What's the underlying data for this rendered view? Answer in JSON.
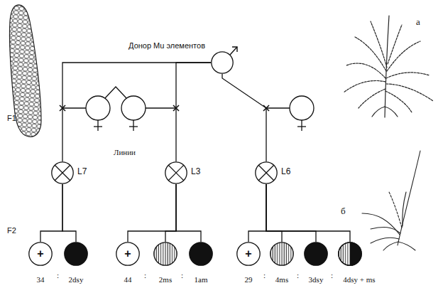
{
  "diagram": {
    "nodes": [
      {
        "text": [
          "Донор Mu элементов"
        ]
      },
      {
        "text": [
          "L7"
        ]
      },
      {
        "text": [
          "L3"
        ]
      },
      {
        "text": [
          "L6"
        ]
      },
      {
        "text": [
          "+",
          "34"
        ]
      },
      {
        "text": [
          "2dsy"
        ]
      },
      {
        "text": [
          "+",
          "44"
        ]
      },
      {
        "text": [
          "2ms"
        ]
      },
      {
        "text": [
          "1am"
        ]
      },
      {
        "text": [
          "+",
          "29"
        ]
      },
      {
        "text": [
          "4ms"
        ]
      },
      {
        "text": [
          "3dsy"
        ]
      },
      {
        "text": [
          "4dsy + ms"
        ]
      }
    ],
    "edges": [
      {
        "from": 0,
        "to": 1,
        "arrow": "none"
      },
      {
        "from": 0,
        "to": 2,
        "arrow": "none"
      },
      {
        "from": 0,
        "to": 3,
        "arrow": "none"
      },
      {
        "from": 1,
        "to": 4,
        "arrow": "none"
      },
      {
        "from": 1,
        "to": 5,
        "arrow": "none"
      },
      {
        "from": 2,
        "to": 6,
        "arrow": "none"
      },
      {
        "from": 2,
        "to": 7,
        "arrow": "none"
      },
      {
        "from": 2,
        "to": 8,
        "arrow": "none"
      },
      {
        "from": 3,
        "to": 9,
        "arrow": "none"
      },
      {
        "from": 3,
        "to": 10,
        "arrow": "none"
      },
      {
        "from": 3,
        "to": 11,
        "arrow": "none"
      },
      {
        "from": 3,
        "to": 12,
        "arrow": "none"
      }
    ],
    "labels": [
      "F1",
      "Линии",
      "F2",
      "а",
      "б",
      ":",
      ":",
      ":",
      ":",
      ":",
      ":"
    ]
  }
}
